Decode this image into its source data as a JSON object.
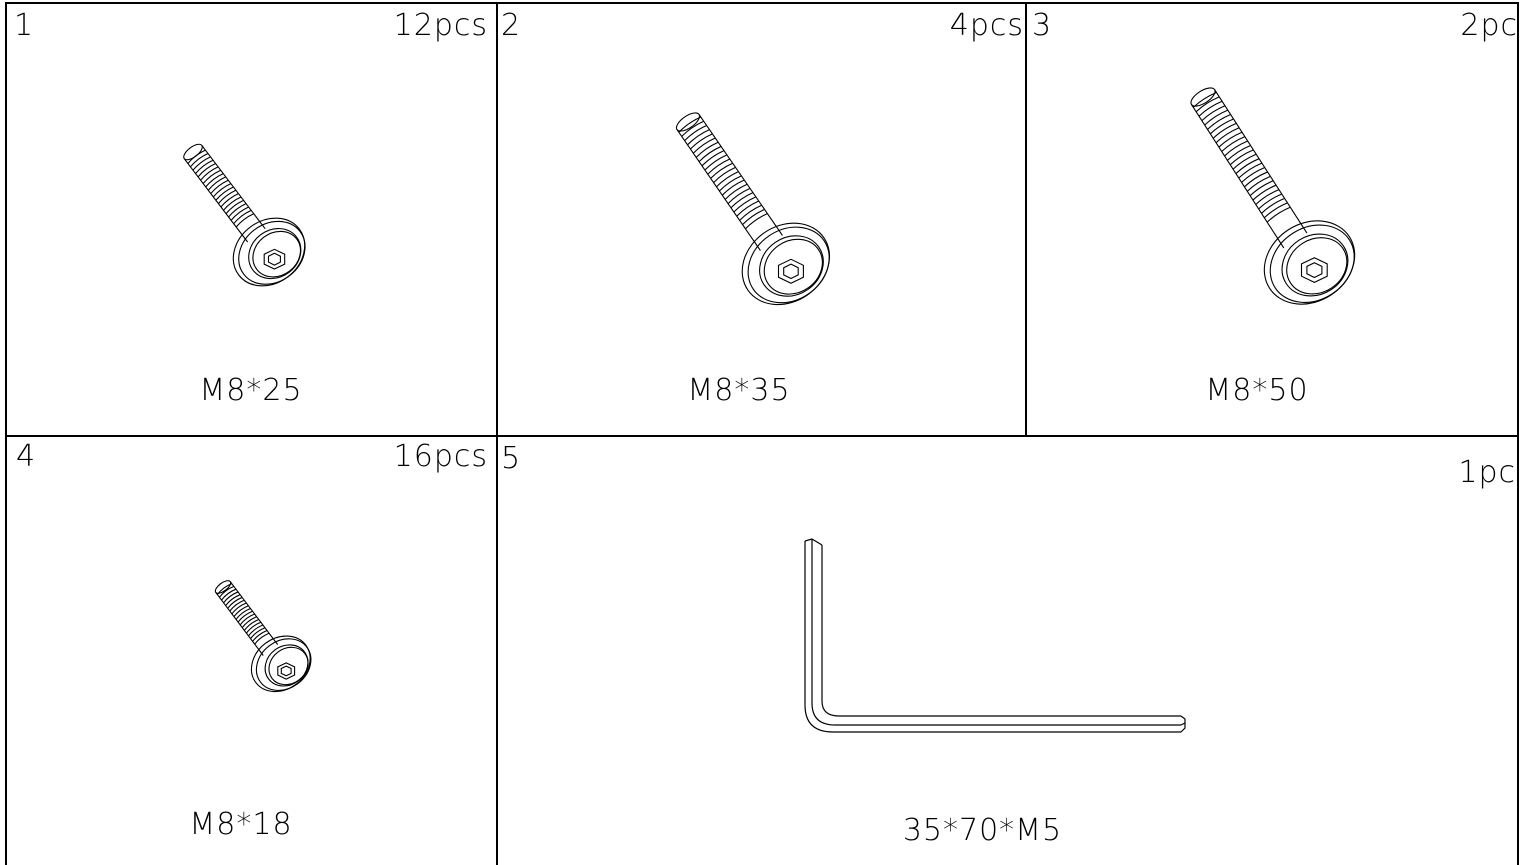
{
  "parts": [
    {
      "number": "1",
      "quantity": "12pcs",
      "spec": "M8*25"
    },
    {
      "number": "2",
      "quantity": "4pcs",
      "spec": "M8*35"
    },
    {
      "number": "3",
      "quantity": "2pc",
      "spec": "M8*50"
    },
    {
      "number": "4",
      "quantity": "16pcs",
      "spec": "M8*18"
    },
    {
      "number": "5",
      "quantity": "1pc",
      "spec": "35*70*M5"
    }
  ],
  "icons": {
    "bolt": "hex-socket-flange-bolt-icon",
    "key": "allen-key-icon"
  },
  "colors": {
    "line": "#000000",
    "background": "#ffffff"
  }
}
